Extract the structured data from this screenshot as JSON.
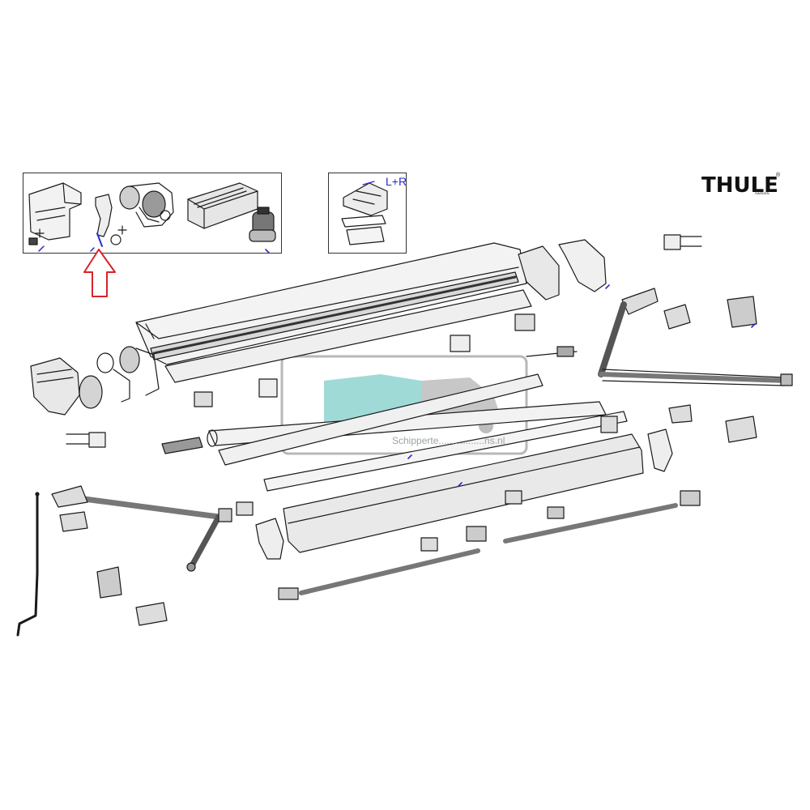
{
  "brand": {
    "logo": "THULE",
    "logo_sub": "SWEDEN",
    "registered_mark": "®"
  },
  "inset_right": {
    "label": "L+R"
  },
  "watermark": {
    "text": "Schipperte.................ns.nl"
  },
  "colors": {
    "line": "#1a1a1a",
    "accent_blue": "#2a2ad0",
    "arrow_red": "#d8232a",
    "watermark_teal": "#8fd3d0",
    "watermark_grey": "#b8b8b8"
  },
  "callout": {
    "icon": "up-arrow-icon"
  }
}
